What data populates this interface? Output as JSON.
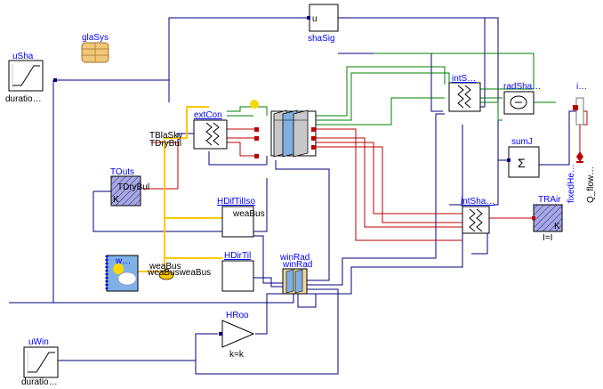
{
  "blocks": {
    "uSha": {
      "name": "uSha",
      "param": "duratio…"
    },
    "glaSys": {
      "name": "glaSys"
    },
    "shaSig": {
      "name": "shaSig",
      "port": "u"
    },
    "extCon": {
      "name": "extCon",
      "in1": "TBlaSky",
      "in2": "TDryBul"
    },
    "intS": {
      "name": "intS…"
    },
    "radSha": {
      "name": "radSha…"
    },
    "heaPort": {
      "name": "i…"
    },
    "sumJ": {
      "name": "sumJ",
      "symbol": "Σ"
    },
    "fixedHe": {
      "name": "fixedHe…"
    },
    "qflow": {
      "name": "Q_flow…"
    },
    "TOuts": {
      "name": "TOuts",
      "out": "TDryBul",
      "k": "K"
    },
    "HDifTilIso": {
      "name": "HDifTilIso",
      "bus": "weaBus"
    },
    "intSha": {
      "name": "intSha…"
    },
    "TRAir": {
      "name": "TRAir",
      "k": "K",
      "eq": "I=I"
    },
    "weather": {
      "name": "w…"
    },
    "weaBus1": "weaBus",
    "weaBus2": "weaBusweaBus",
    "HDirTil": {
      "name": "HDirTil"
    },
    "winRad": {
      "name": "winRad",
      "name2": "winRad"
    },
    "HRoo": {
      "name": "HRoo",
      "param": "k=k"
    },
    "uWin": {
      "name": "uWin",
      "param": "duratio…"
    }
  },
  "colors": {
    "signal": "#00007f",
    "heat": "#bf0000",
    "radiation": "#007f00",
    "weather": "#ffc800",
    "block_label": "#0000ff"
  }
}
